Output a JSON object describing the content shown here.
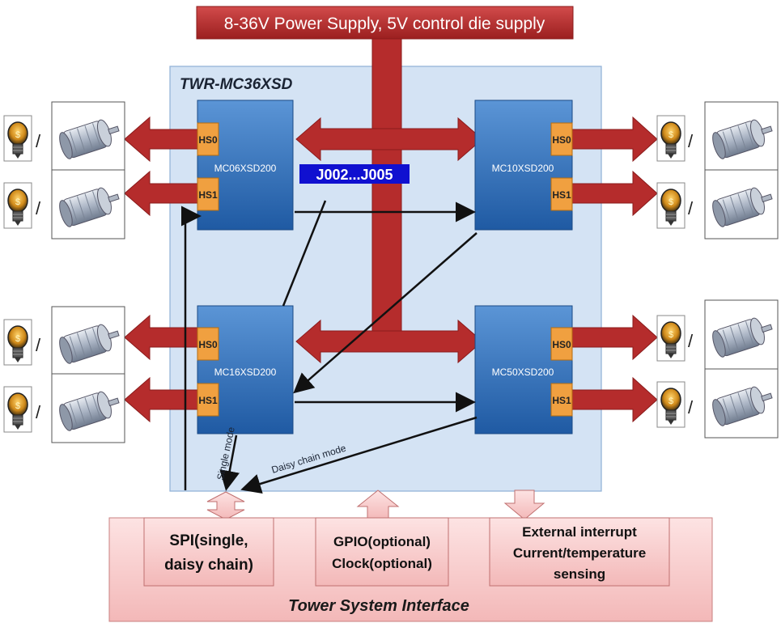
{
  "power_supply": {
    "label": "8-36V Power Supply, 5V control die supply"
  },
  "board": {
    "title": "TWR-MC36XSD"
  },
  "connector": {
    "label": "J002...J005"
  },
  "chips": [
    {
      "name": "MC06XSD200",
      "outputs": [
        "HS0",
        "HS1"
      ]
    },
    {
      "name": "MC10XSD200",
      "outputs": [
        "HS0",
        "HS1"
      ]
    },
    {
      "name": "MC16XSD200",
      "outputs": [
        "HS0",
        "HS1"
      ]
    },
    {
      "name": "MC50XSD200",
      "outputs": [
        "HS0",
        "HS1"
      ]
    }
  ],
  "load_separator": "/",
  "signal_labels": {
    "single_mode": "Single mode",
    "daisy_chain": "Daisy chain mode"
  },
  "interface": {
    "title": "Tower System Interface",
    "boxes": [
      {
        "lines": [
          "SPI(single,",
          "daisy chain)"
        ]
      },
      {
        "lines": [
          "GPIO(optional)",
          "Clock(optional)"
        ]
      },
      {
        "lines": [
          "External interrupt",
          "Current/temperature",
          "sensing"
        ]
      }
    ]
  },
  "colors": {
    "power_red": "#b22a2a",
    "board_blue": "#cfe0f3",
    "chip_blue": "#2f6db5",
    "hs_orange": "#f0a040",
    "connector_bg": "#1010d0",
    "interface_pink": "#f4c2c2"
  }
}
